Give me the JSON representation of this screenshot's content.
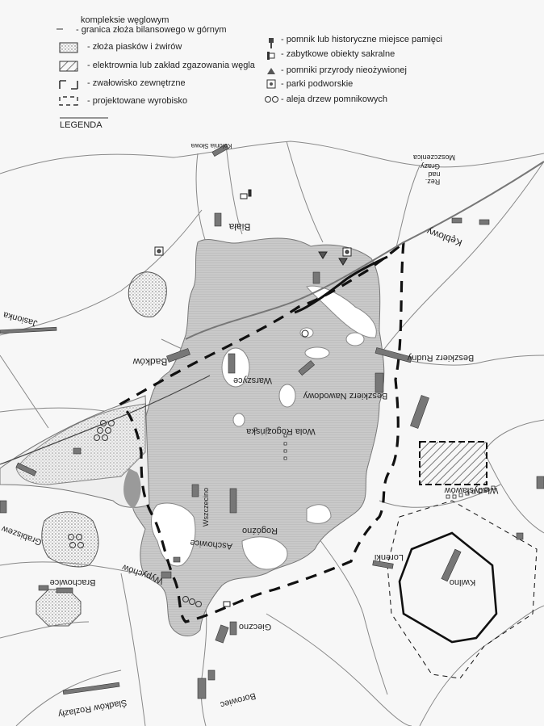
{
  "legend": {
    "title": "LEGENDA",
    "items": [
      {
        "id": "boundary",
        "label": "- granica złoża bilansowego w górnym kompleksie węglowym",
        "label_line1": "- granica złoża bilansowego w górnym",
        "label_line2": "kompleksie węglowym",
        "icon": "thin-line-icon"
      },
      {
        "id": "sand",
        "label": "- złoża piasków i żwirów",
        "icon": "dotted-area-icon"
      },
      {
        "id": "plant",
        "label": "- elektrownia lub zakład zgazowania węgla",
        "icon": "hatched-area-icon"
      },
      {
        "id": "dump",
        "label": "- zwałowisko zewnętrzne",
        "icon": "bracket-dashed-box-icon"
      },
      {
        "id": "pit",
        "label": "- projektowane wyrobisko",
        "icon": "dashed-box-icon"
      },
      {
        "id": "monument",
        "label": "- pomnik lub historyczne miejsce pamięci",
        "icon": "monument-icon"
      },
      {
        "id": "heritage",
        "label": "- zabytkowe obiekty sakralne",
        "icon": "church-icon"
      },
      {
        "id": "nature",
        "label": "- pomniki przyrody nieożywionej",
        "icon": "triangle-icon"
      },
      {
        "id": "parks",
        "label": "- parki podworskie",
        "icon": "park-square-icon"
      },
      {
        "id": "trees",
        "label": "- aleja drzew pomnikowych",
        "icon": "tree-circles-icon"
      }
    ]
  },
  "places": {
    "kolonia_stowa": "Kolonia Słowa",
    "biala": "Biała",
    "moszczenica": "Moszczenica",
    "grazy": "Grazy",
    "nad": "nad",
    "rez": "Rez.",
    "keblowy": "Kęblowy",
    "jasionka": "Jasionka",
    "badkow": "Badków",
    "warszyce": "Warszyce",
    "beszkierz_rudny": "Beszkierz Rudny",
    "beszkierz_nawodowy": "Beszkierz Nawodowy",
    "wola_rogozinska": "Wola Rogozińska",
    "wladyslawow": "Władysławów",
    "wszczecino": "Wszczecino",
    "grabiszew": "Grabiszew",
    "rogozno": "Rogóźno",
    "lorenki": "Lorenki",
    "aschowice": "Aschowice",
    "wypychow": "Wypychów",
    "kwilno": "Kwilno",
    "brachowice": "Brachowice",
    "gieczno": "Gieczno",
    "borowiec": "Borowiec",
    "sladkow": "Śladków Rozlazły"
  }
}
